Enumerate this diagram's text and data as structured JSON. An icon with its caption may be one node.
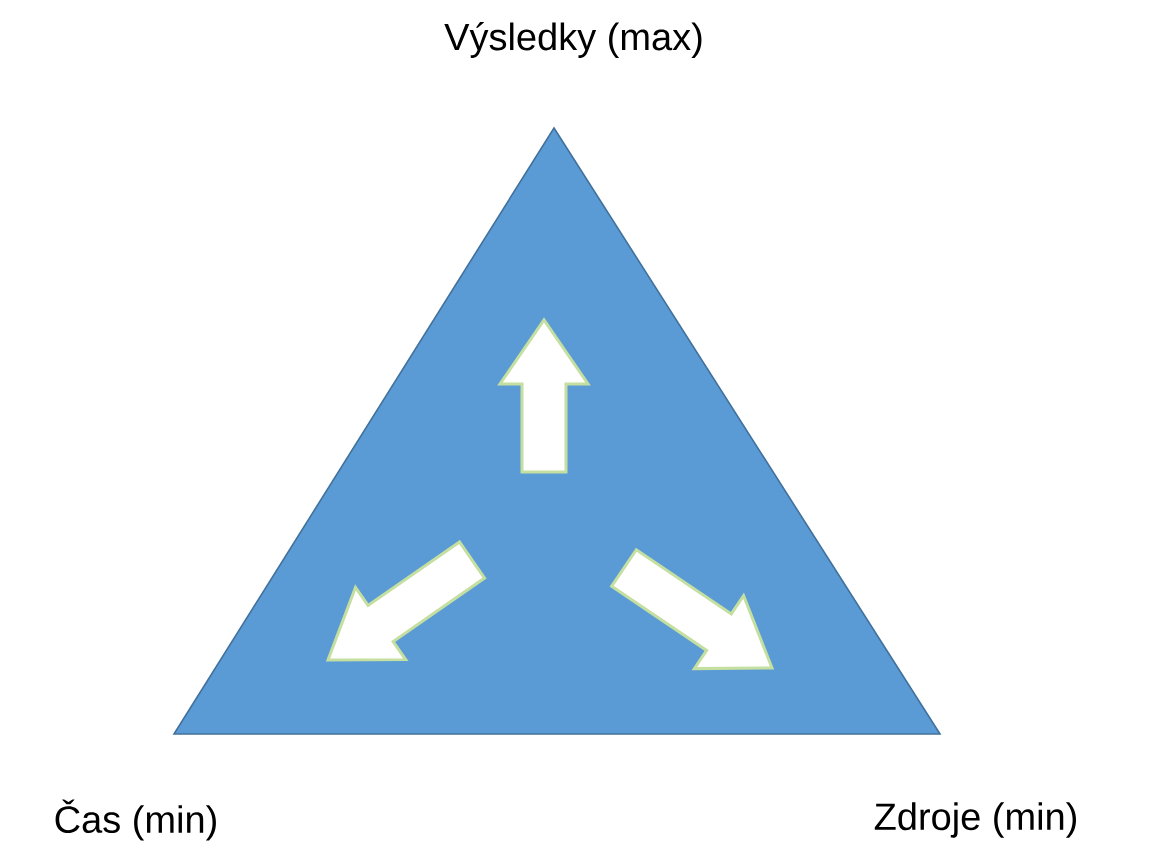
{
  "diagram": {
    "labels": [
      "Výsledky (max)",
      "Čas (min)",
      "Zdroje (min)"
    ]
  }
}
